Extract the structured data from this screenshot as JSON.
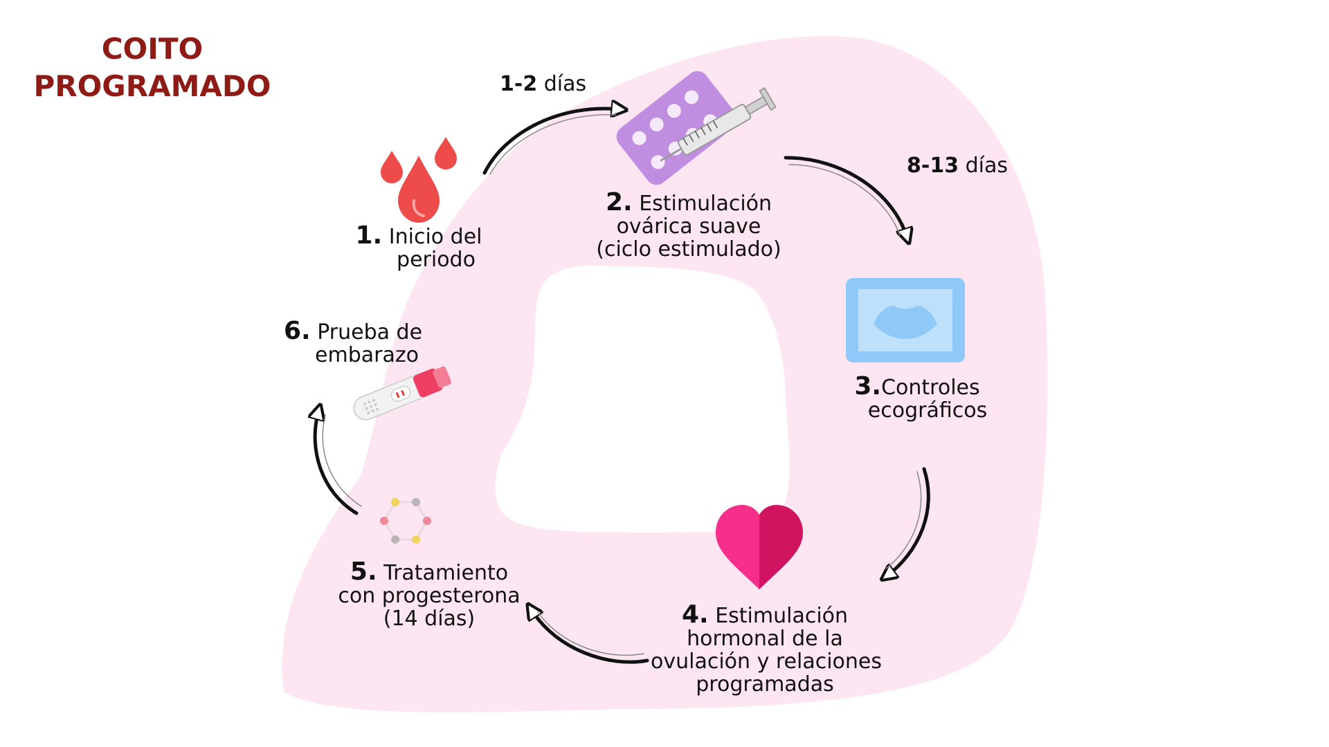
{
  "title": {
    "line1": "COITO",
    "line2": "PROGRAMADO"
  },
  "colors": {
    "title": "#8e1b16",
    "blob": "#fde6f1",
    "blood": "#ee4b4b",
    "pills": "#c08ee0",
    "screen": "#8ec9f7",
    "heart_left": "#f72e8a",
    "heart_right": "#d11460"
  },
  "durations": [
    {
      "bold": "1-2",
      "text": " días"
    },
    {
      "bold": "8-13",
      "text": " días"
    }
  ],
  "steps": [
    {
      "num": "1.",
      "line1": " Inicio del",
      "line2": "periodo",
      "icon": "blood-drops-icon"
    },
    {
      "num": "2.",
      "line1": " Estimulación",
      "line2": "ovárica suave",
      "line3": "(ciclo estimulado)",
      "icon": "pills-syringe-icon"
    },
    {
      "num": "3.",
      "line1": "Controles",
      "line2": "ecográficos",
      "icon": "ultrasound-icon"
    },
    {
      "num": "4.",
      "line1": " Estimulación",
      "line2": "hormonal de la",
      "line3": "ovulación y relaciones",
      "line4": "programadas",
      "icon": "heart-icon"
    },
    {
      "num": "5.",
      "line1": " Tratamiento",
      "line2": "con progesterona",
      "line3": "(14 días)",
      "icon": "progesterone-molecule-icon"
    },
    {
      "num": "6.",
      "line1": " Prueba de",
      "line2": "embarazo",
      "icon": "pregnancy-test-icon"
    }
  ]
}
